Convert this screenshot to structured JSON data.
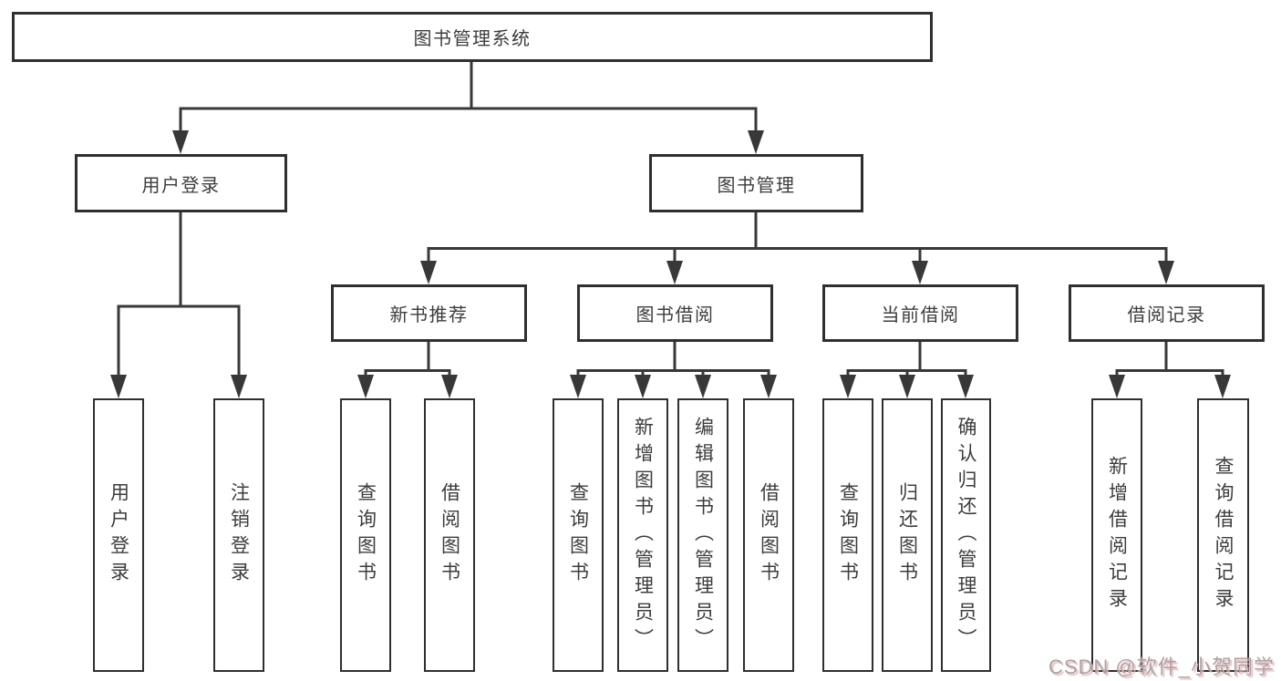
{
  "diagram": {
    "type": "functional-decomposition-tree",
    "colors": {
      "line": "#383838",
      "border": "#2f2f2f",
      "text": "#3d3d3d",
      "background": "#ffffff",
      "watermark_text": "#a5a5a5",
      "watermark_shadow": "#f2b6b6"
    }
  },
  "tree": {
    "label": "图书管理系统",
    "children": [
      {
        "label": "用户登录",
        "children": [
          {
            "label": "用户登录"
          },
          {
            "label": "注销登录"
          }
        ]
      },
      {
        "label": "图书管理",
        "children": [
          {
            "label": "新书推荐",
            "children": [
              {
                "label": "查询图书"
              },
              {
                "label": "借阅图书"
              }
            ]
          },
          {
            "label": "图书借阅",
            "children": [
              {
                "label": "查询图书"
              },
              {
                "label": "新增图书（管理员）"
              },
              {
                "label": "编辑图书（管理员）"
              },
              {
                "label": "借阅图书"
              }
            ]
          },
          {
            "label": "当前借阅",
            "children": [
              {
                "label": "查询图书"
              },
              {
                "label": "归还图书"
              },
              {
                "label": "确认归还（管理员）"
              }
            ]
          },
          {
            "label": "借阅记录",
            "children": [
              {
                "label": "新增借阅记录"
              },
              {
                "label": "查询借阅记录"
              }
            ]
          }
        ]
      }
    ]
  },
  "watermark": {
    "text": "CSDN @软件_小贺同学"
  }
}
